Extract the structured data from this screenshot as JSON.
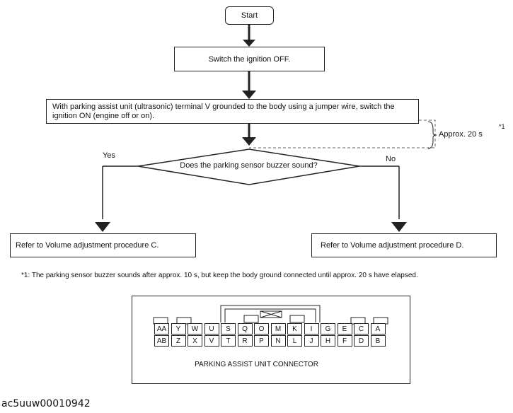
{
  "flow": {
    "start": "Start",
    "step1": "Switch the ignition OFF.",
    "step2": "With parking assist unit (ultrasonic) terminal V grounded to the body using a jumper wire, switch the ignition ON (engine off or on).",
    "decision": "Does the parking sensor buzzer sound?",
    "yes_label": "Yes",
    "no_label": "No",
    "result_yes": "Refer to Volume adjustment procedure C.",
    "result_no": "Refer to Volume adjustment procedure D.",
    "approx_label": "Approx. 20 s",
    "approx_marker": "*1"
  },
  "footnote": "*1: The parking sensor buzzer sounds after approx. 10 s, but keep the body ground connected until approx. 20 s have elapsed.",
  "connector": {
    "title": "PARKING ASSIST UNIT CONNECTOR",
    "top_row": [
      "AA",
      "Y",
      "W",
      "U",
      "S",
      "Q",
      "O",
      "M",
      "K",
      "I",
      "G",
      "E",
      "C",
      "A"
    ],
    "bottom_row": [
      "AB",
      "Z",
      "X",
      "V",
      "T",
      "R",
      "P",
      "N",
      "L",
      "J",
      "H",
      "F",
      "D",
      "B"
    ]
  },
  "image_code": "ac5uuw00010942"
}
